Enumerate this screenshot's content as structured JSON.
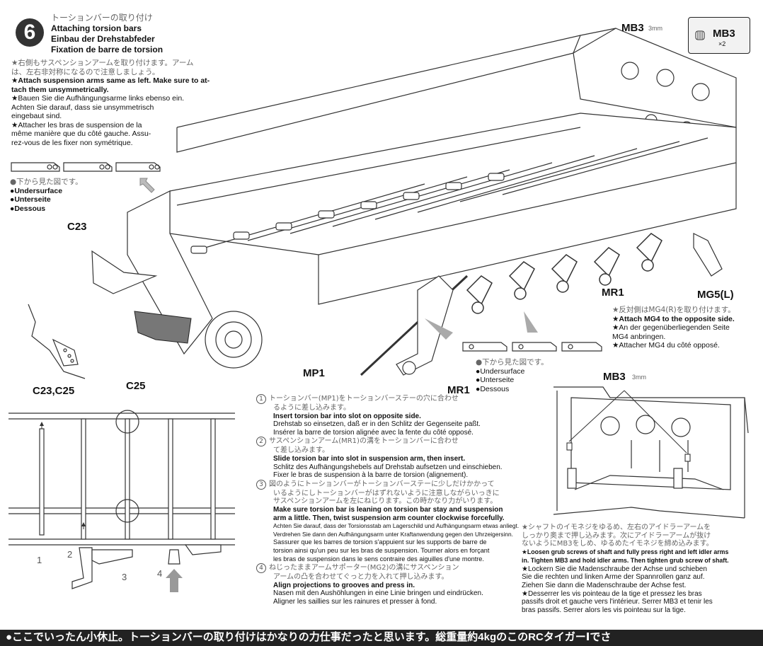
{
  "header": {
    "step_number": "6",
    "title_ja": "トーションバーの取り付け",
    "title_en": "Attaching torsion bars",
    "title_de": "Einbau der Drehstabfeder",
    "title_fr": "Fixation de barre de torsion"
  },
  "intro_notes": {
    "ja1": "★右側もサスペンションアームを取り付けます。アーム",
    "ja2": "は、左右非対称になるので注意しましょう。",
    "en1": "★Attach suspension arms same as left. Make sure to at-",
    "en2": "tach them unsymmetrically.",
    "de1": "★Bauen Sie die Aufhängungsarme links ebenso ein.",
    "de2": "Achten Sie darauf, dass sie unsymmetrisch",
    "de3": "eingebaut sind.",
    "fr1": "★Attacher les bras de suspension de la",
    "fr2": "même manière que du côté gauche. Assu-",
    "fr3": "rez-vous de les fixer non symétrique."
  },
  "underside_left": {
    "ja": "●下から見た図です。",
    "en": "●Undersurface",
    "de": "●Unterseite",
    "fr": "●Dessous"
  },
  "underside_mid": {
    "ja": "●下から見た図です。",
    "en": "●Undersurface",
    "de": "●Unterseite",
    "fr": "●Dessous"
  },
  "parts_box": {
    "label": "MB3",
    "qty": "×2"
  },
  "labels": {
    "mb3_top": "MB3",
    "mb3_top_size": "3mm",
    "c23": "C23",
    "c25": "C25",
    "c23_c25": "C23,C25",
    "mp1": "MP1",
    "mr1_bottom": "MR1",
    "mr1_right": "MR1",
    "mg5": "MG5(L)",
    "mb3_inset": "MB3",
    "mb3_inset_size": "3mm"
  },
  "mg4_note": {
    "ja": "★反対側はMG4(R)を取り付けます。",
    "en": "★Attach MG4 to the opposite side.",
    "de1": "★An der gegenüberliegenden Seite",
    "de2": "MG4 anbringen.",
    "fr": "★Attacher MG4 du côté opposé."
  },
  "steps": [
    {
      "num": "1",
      "ja1": "トーションバー(MP1)をトーションバーステーの穴に合わせ",
      "ja2": "るように差し込みます。",
      "en": "Insert torsion bar into slot on opposite side.",
      "de": "Drehstab so einsetzen, daß er in den Schlitz der Gegenseite paßt.",
      "fr": "Insérer la barre de torsion alignée avec la fente du côté opposé."
    },
    {
      "num": "2",
      "ja1": "サスペンションアーム(MR1)の溝をトーションバーに合わせ",
      "ja2": "て差し込みます。",
      "en": "Slide torsion bar into slot in suspension arm, then insert.",
      "de": "Schlitz des Aufhängungshebels auf Drehstab aufsetzen und einschieben.",
      "fr": "Fixer le bras de suspension à la barre de torsion (alignement)."
    },
    {
      "num": "3",
      "ja1": "図のようにトーションバーがトーションバーステーに少しだけかかって",
      "ja2": "いるようにしトーションバーがはずれないように注意しながらいっきに",
      "ja3": "サスペンションアームを左にねじります。この時かなり力がいります。",
      "en1": "Make sure torsion bar is leaning on torsion bar stay and suspension",
      "en2": "arm a little. Then, twist suspension arm counter clockwise forcefully.",
      "de1": "Achten Sie darauf, dass der Torsionsstab am Lagerschild und Aufhängungsarm etwas anliegt.",
      "de2": "Verdrehen Sie dann den Aufhängungsarm unter Kraftanwendung gegen den Uhrzeigersinn.",
      "fr1": "Sassurer que les barres de torsion s'appuient sur les supports de barre de",
      "fr2": "torsion ainsi qu'un peu sur les bras de suspension. Tourner alors en forçant",
      "fr3": "les bras de suspension dans le sens contraire des aiguilles d'une montre."
    },
    {
      "num": "4",
      "ja1": "ねじったままアームサポーター(MG2)の溝にサスペンション",
      "ja2": "アームの凸を合わせてぐっと力を入れて押し込みます。",
      "en": "Align projections to grooves and press in.",
      "de": "Nasen mit den Aushöhlungen in eine Linie bringen und eindrücken.",
      "fr": "Aligner les saillies sur les rainures et presser à fond."
    }
  ],
  "diagram_step_nums": [
    "1",
    "2",
    "3",
    "4"
  ],
  "inset_note": {
    "ja1": "★シャフトのイモネジをゆるめ、左右のアイドラーアームを",
    "ja2": "しっかり奥まで押し込みます。次にアイドラーアームが抜け",
    "ja3": "ないようにMB3をしめ、ゆるめたイモネジを締め込みます。",
    "en1": "★Loosen grub screws of shaft and fully press right and left idler arms",
    "en2": "in. Tighten MB3 and hold idler arms. Then tighten grub screw of shaft.",
    "de1": "★Lockern Sie die Madenschraube der Achse und schieben",
    "de2": "Sie die rechten und linken Arme der Spannrollen ganz auf.",
    "de3": "Ziehen Sie dann die Madenschraube der Achse fest.",
    "fr1": "★Desserrer les vis pointeau de la tige et pressez les bras",
    "fr2": "passifs droit et gauche vers l'intérieur. Serrer MB3 et tenir les",
    "fr3": "bras passifs. Serrer alors les vis pointeau sur la tige."
  },
  "footer": {
    "text": "●ここでいったん小休止。トーションバーの取り付けはかなりの力仕事だったと思います。総重量約4kgのこのRCタイガーⅠでさ"
  }
}
